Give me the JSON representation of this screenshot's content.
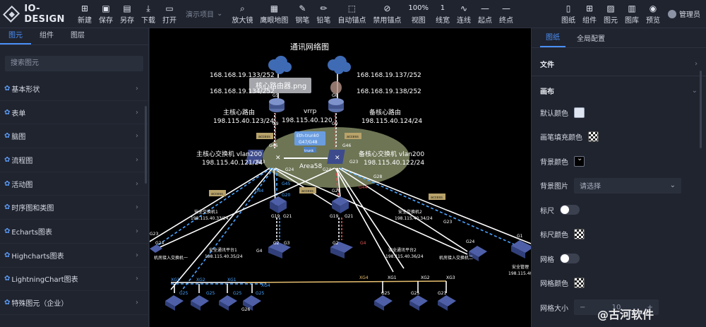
{
  "app": {
    "title": "IO-DESIGN"
  },
  "toolbar": {
    "left_items": [
      {
        "name": "new-button",
        "icon": "file-plus-icon",
        "glyph": "⊞",
        "label": "新建"
      },
      {
        "name": "save-button",
        "icon": "save-icon",
        "glyph": "▣",
        "label": "保存"
      },
      {
        "name": "save-as-button",
        "icon": "save-as-icon",
        "glyph": "▤",
        "label": "另存"
      },
      {
        "name": "download-button",
        "icon": "download-icon",
        "glyph": "⤓",
        "label": "下载"
      },
      {
        "name": "open-button",
        "icon": "folder-open-icon",
        "glyph": "▭",
        "label": "打开"
      }
    ],
    "demo_project": "演示项目",
    "middle_items": [
      {
        "name": "magnifier-button",
        "icon": "magnifier-icon",
        "glyph": "⌕",
        "label": "放大镜"
      },
      {
        "name": "eagle-eye-button",
        "icon": "eagle-eye-icon",
        "glyph": "▦",
        "label": "鹰眼地图"
      },
      {
        "name": "pen-button",
        "icon": "pen-icon",
        "glyph": "✎",
        "label": "钢笔"
      },
      {
        "name": "pencil-button",
        "icon": "pencil-icon",
        "glyph": "✏",
        "label": "铅笔"
      },
      {
        "name": "auto-anchor-button",
        "icon": "auto-anchor-icon",
        "glyph": "⬚",
        "label": "自动锚点"
      },
      {
        "name": "disable-anchor-button",
        "icon": "disable-anchor-icon",
        "glyph": "⊘",
        "label": "禁用锚点"
      },
      {
        "name": "view-zoom-button",
        "icon": "",
        "glyph": "100%",
        "label": "视图"
      },
      {
        "name": "line-width-button",
        "icon": "",
        "glyph": "1",
        "label": "线宽"
      },
      {
        "name": "connection-button",
        "icon": "curve-icon",
        "glyph": "∿",
        "label": "连线"
      },
      {
        "name": "start-point-button",
        "icon": "line-start-icon",
        "glyph": "—",
        "label": "起点"
      },
      {
        "name": "end-point-button",
        "icon": "line-end-icon",
        "glyph": "—",
        "label": "终点"
      }
    ],
    "right_items": [
      {
        "name": "drawing-button",
        "icon": "drawing-icon",
        "glyph": "▯",
        "label": "图纸"
      },
      {
        "name": "component-button",
        "icon": "component-icon",
        "glyph": "⊞",
        "label": "组件"
      },
      {
        "name": "element-button",
        "icon": "image-icon",
        "glyph": "▨",
        "label": "图元"
      },
      {
        "name": "library-button",
        "icon": "library-icon",
        "glyph": "▥",
        "label": "图库"
      },
      {
        "name": "preview-button",
        "icon": "eye-icon",
        "glyph": "◉",
        "label": "预览"
      }
    ],
    "user": "管理员"
  },
  "left_panel": {
    "tabs": [
      "图元",
      "组件",
      "图层"
    ],
    "search_placeholder": "搜索图元",
    "categories": [
      "基本形状",
      "表单",
      "脑图",
      "流程图",
      "活动图",
      "时序图和类图",
      "Echarts图表",
      "Highcharts图表",
      "LightningChart图表",
      "特殊图元（企业）"
    ]
  },
  "canvas": {
    "title": "通讯网络图",
    "tooltip": "核心路由器.png",
    "ip_left_1": "168.168.19.133/252",
    "ip_left_2": "168.168.19.134/252",
    "ip_right_1": "168.168.19.137/252",
    "ip_right_2": "168.168.19.138/252",
    "main_router": "主核心路由",
    "main_router_ip": "198.115.40.123/24",
    "vrrp": "vrrp",
    "vrrp_ip": "198.115.40.120",
    "backup_router": "备核心路由",
    "backup_router_ip": "198.115.40.124/24",
    "main_switch": "主核心交换机 vlan200",
    "main_switch_ip": "198.115.40.121/24",
    "backup_switch": "备核心交换机 vlan200",
    "backup_switch_ip": "198.115.40.122/24",
    "eth_trunk": "Eth-trunk0",
    "eth_ports": "G47/G48",
    "trunk": "trunk",
    "area": "Area58",
    "access": "access",
    "sec_switch_1": "安全交换机1",
    "sec_switch_1_ip": "198.115.40.33/24",
    "sec_switch_2": "安全交换机2",
    "sec_switch_2_ip": "198.115.40.34/24",
    "sec_platform_1": "安全通讯平台1",
    "sec_platform_1_ip": "198.115.40.35/24",
    "sec_platform_2": "安全通讯平台2",
    "sec_platform_2_ip": "198.115.40.36/24",
    "room_switch_1": "机房接入交换机一",
    "room_switch_2": "机房接入交换机二",
    "sec_device": "安全管理",
    "sec_device_ip": "198.115.40.",
    "ports": {
      "g5": "G5",
      "g6": "G6",
      "g9": "G9",
      "g46": "G46",
      "g23": "G23",
      "g24": "G24",
      "g44": "G44",
      "g20": "G20",
      "g45": "G45",
      "g19": "G19",
      "g21": "G21",
      "g28": "G28",
      "g1": "G1",
      "g2": "G2",
      "g3": "G3",
      "g4": "G4",
      "g25": "G25",
      "g26": "G26",
      "xg1": "XG1",
      "xg2": "XG2",
      "xg3": "XG3",
      "xg4": "XG4"
    }
  },
  "right_panel": {
    "tabs": [
      "图纸",
      "全局配置"
    ],
    "section_file": "文件",
    "section_canvas": "画布",
    "default_color": "默认颜色",
    "brush_fill": "画笔填充颜色",
    "bg_color": "背景颜色",
    "bg_image": "背景图片",
    "bg_image_placeholder": "请选择",
    "ruler": "标尺",
    "ruler_color": "标尺颜色",
    "grid": "网格",
    "grid_color": "网格颜色",
    "grid_size": "网格大小",
    "grid_size_value": "10"
  },
  "watermark": "@古河软件",
  "colors": {
    "accent": "#4a8ff7",
    "canvas_bg": "#000000",
    "panel_bg": "#20242f",
    "link_blue": "#4aa3ff",
    "link_red": "#e25555",
    "access_tag": "#b9a36a"
  }
}
